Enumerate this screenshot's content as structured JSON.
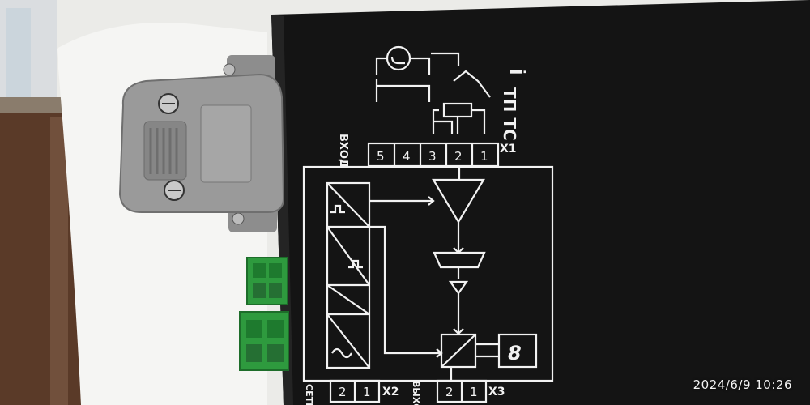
{
  "photo": {
    "timestamp": "2024/6/9 10:26"
  },
  "panel": {
    "sensor_types": "ТП ТС",
    "input_label": "ВХОД",
    "connector_x1": "X1",
    "connector_x2": "X2",
    "connector_x3": "X3",
    "output_label": "ВЫХО",
    "power_label": "СЕТЬ",
    "x1_pins": [
      "5",
      "4",
      "3",
      "2",
      "1"
    ],
    "x2_pins": [
      "2",
      "1"
    ],
    "x3_pins": [
      "2",
      "1"
    ]
  },
  "colors": {
    "panel": "#141414",
    "connector_gray": "#9a9a9a",
    "terminal_green": "#2e9a3e",
    "floor_wood": "#5a3a28"
  }
}
